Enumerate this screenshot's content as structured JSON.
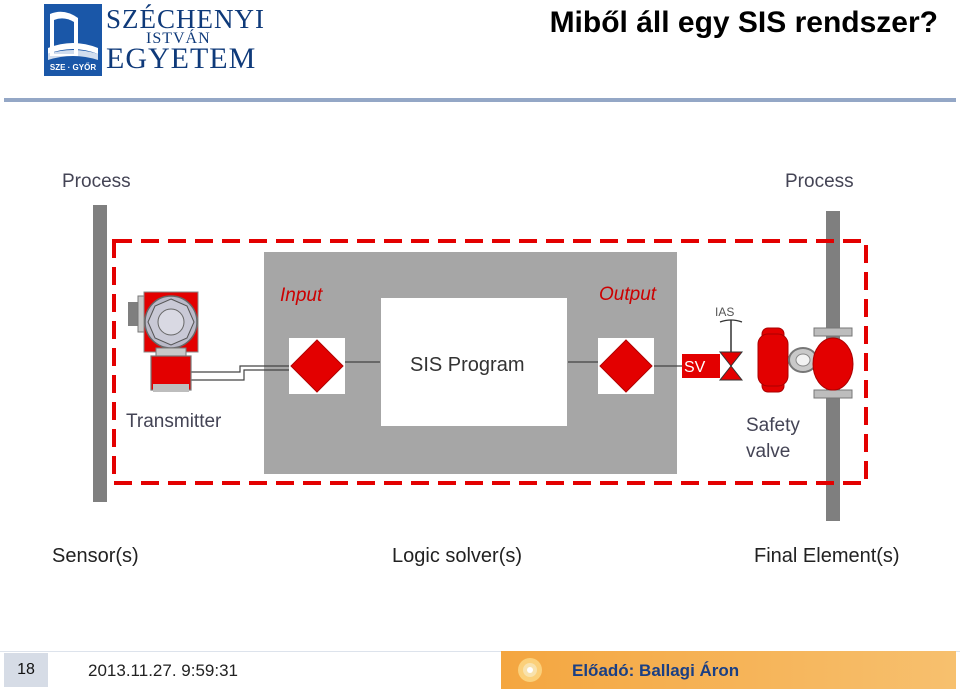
{
  "header": {
    "logo_line1": "SZÉCHENYI",
    "logo_line2": "ISTVÁN",
    "logo_line3": "EGYETEM",
    "logo_badge": "SZE · GYŐR",
    "title": "Miből áll egy SIS rendszer?"
  },
  "diagram": {
    "process_left": "Process",
    "process_right": "Process",
    "input": "Input",
    "output": "Output",
    "ias": "IAS",
    "sis_program": "SIS Program",
    "sv": "SV",
    "transmitter": "Transmitter",
    "safety_valve_line1": "Safety",
    "safety_valve_line2": "valve",
    "sensors": "Sensor(s)",
    "logic_solvers": "Logic solver(s)",
    "final_elements": "Final Element(s)"
  },
  "footer": {
    "slide_number": "18",
    "datetime": "2013.11.27. 9:59:31",
    "presenter": "Előadó: Ballagi Áron"
  },
  "colors": {
    "brand_blue": "#0f3a7a",
    "accent_red": "#e30000",
    "logic_gray": "#9e9e9e",
    "footer_orange": "#f4a640"
  }
}
